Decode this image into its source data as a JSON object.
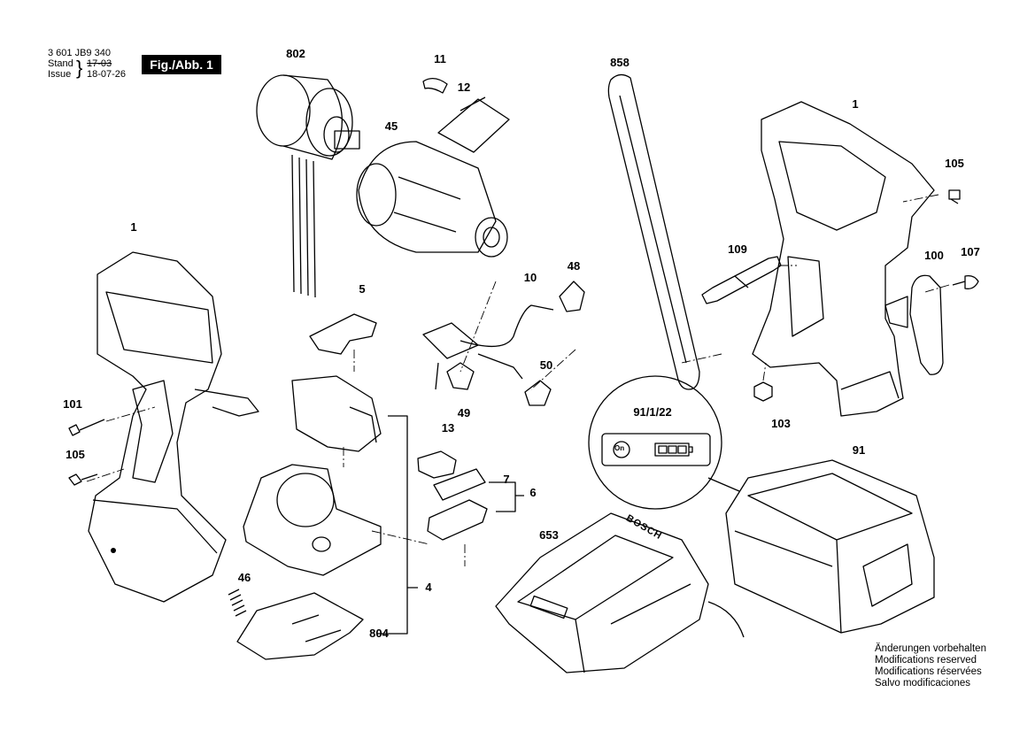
{
  "header": {
    "part_number": "3 601 JB9 340",
    "stand_label": "Stand",
    "issue_label": "Issue",
    "stand_value": "17-03",
    "issue_value": "18-07-26",
    "figure_label": "Fig./Abb. 1"
  },
  "callouts": {
    "c802": "802",
    "c11": "11",
    "c12": "12",
    "c45": "45",
    "c858": "858",
    "c1_right": "1",
    "c105_right": "105",
    "c109": "109",
    "c100": "100",
    "c107": "107",
    "c1_left": "1",
    "c5": "5",
    "c10": "10",
    "c48": "48",
    "c50": "50",
    "c49": "49",
    "c101": "101",
    "c105_left": "105",
    "c13": "13",
    "c7": "7",
    "c6": "6",
    "c4": "4",
    "c46": "46",
    "c804": "804",
    "c653": "653",
    "c91": "91",
    "c103": "103",
    "c91_1_22": "91/1/22"
  },
  "detail_inset": {
    "on_button": "On"
  },
  "charger_brand": "BOSCH",
  "notes": [
    "Änderungen vorbehalten",
    "Modifications reserved",
    "Modifications réservées",
    "Salvo modificaciones"
  ]
}
